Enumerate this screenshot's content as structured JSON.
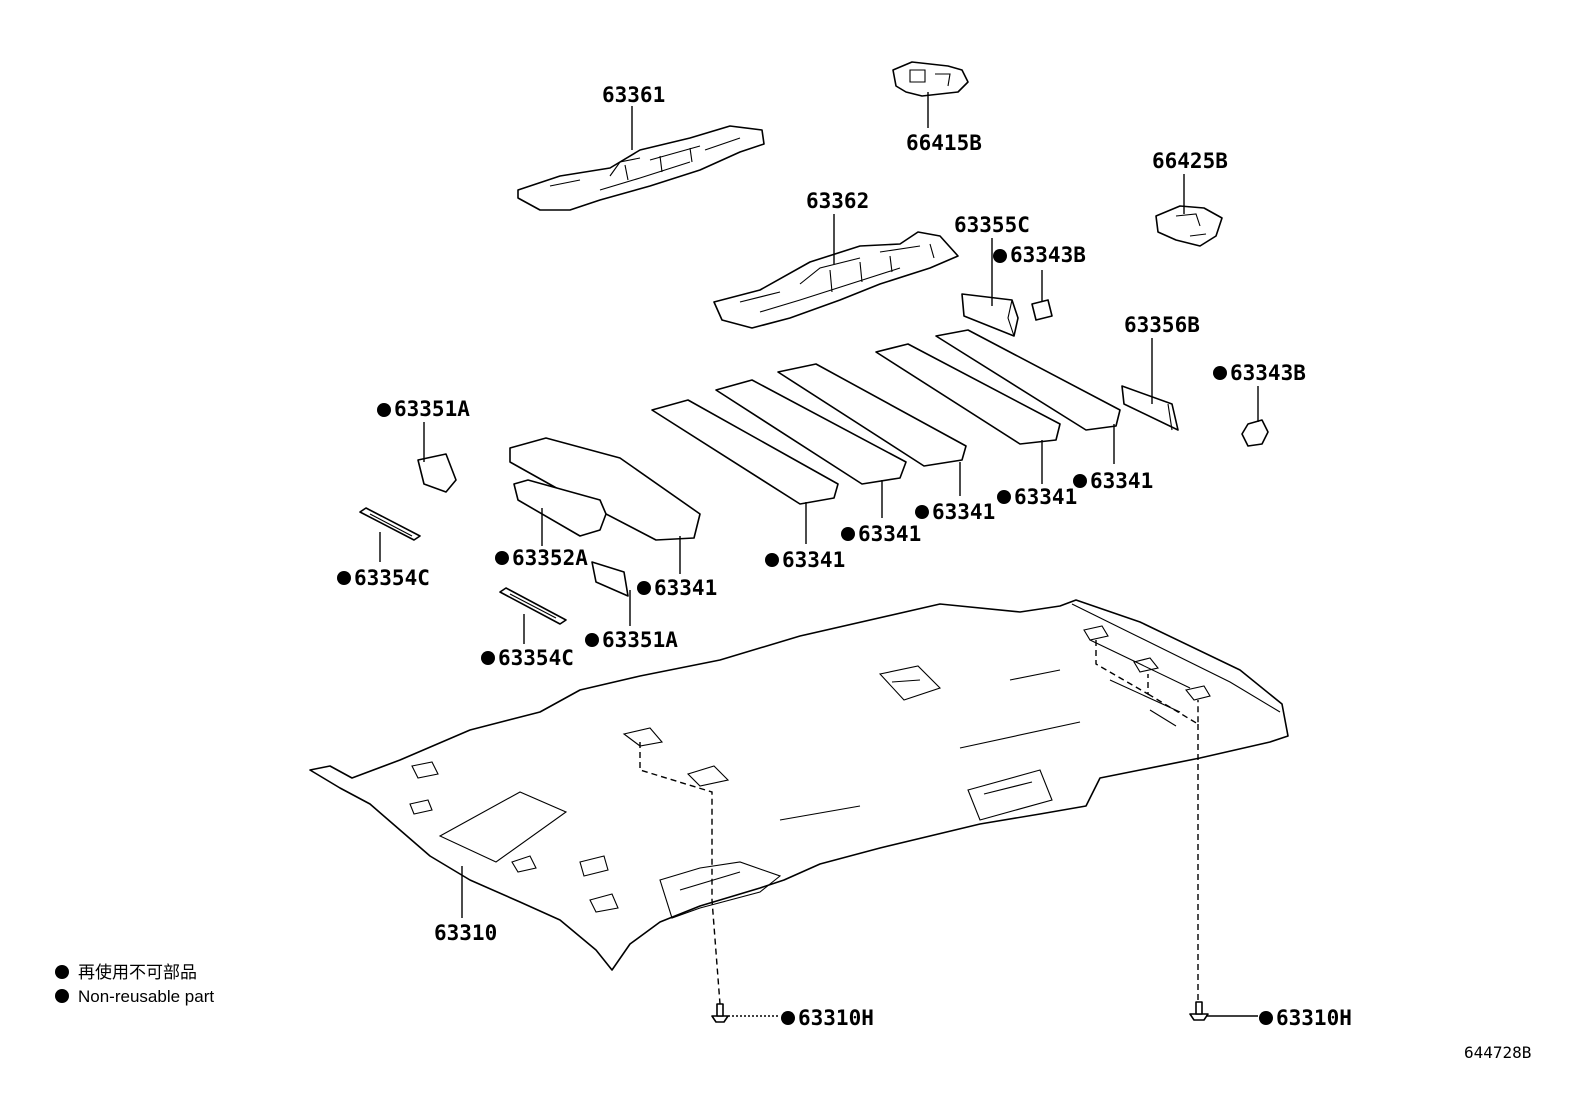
{
  "parts": {
    "p63361": "63361",
    "p66415b": "66415B",
    "p66425b": "66425B",
    "p63362": "63362",
    "p63355c": "63355C",
    "p63343b_top": "63343B",
    "p63356b": "63356B",
    "p63343b_right": "63343B",
    "p63351a_left": "63351A",
    "p63341_1": "63341",
    "p63341_2": "63341",
    "p63341_3": "63341",
    "p63341_4": "63341",
    "p63341_5": "63341",
    "p63341_6": "63341",
    "p63352a": "63352A",
    "p63354c_left": "63354C",
    "p63351a_lower": "63351A",
    "p63354c_lower": "63354C",
    "p63310": "63310",
    "p63310h_left": "63310H",
    "p63310h_right": "63310H"
  },
  "legend": {
    "line_jp": "再使用不可部品",
    "line_en": "Non-reusable part"
  },
  "figure_number": "644728B"
}
